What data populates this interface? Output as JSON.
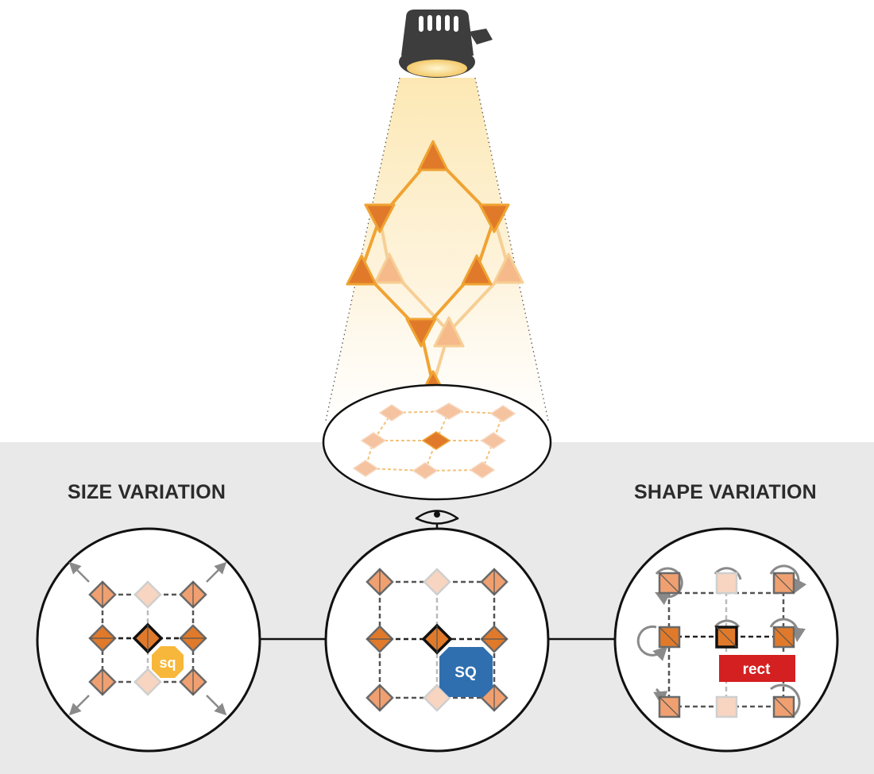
{
  "labels": {
    "size_variation": "SIZE VARIATION",
    "shape_variation": "SHAPE VARIATION",
    "small_square_badge": "sq",
    "square_badge": "SQ",
    "rectangle_badge": "rect"
  },
  "colors": {
    "background": "#ffffff",
    "floor": "#e9e9e9",
    "orange_node": "#e07a2a",
    "orange_light": "#f2b48a",
    "orange_frame": "#f0a332",
    "beam_glow": "#fde7b0",
    "lamp_body": "#3d3d3d",
    "sq_badge": "#f7b73a",
    "SQ_badge": "#2f6fb0",
    "rect_badge": "#d42020"
  },
  "icons": [
    "spotlight-icon",
    "eye-icon",
    "resize-arrow-icon",
    "rotation-arrow-icon"
  ]
}
